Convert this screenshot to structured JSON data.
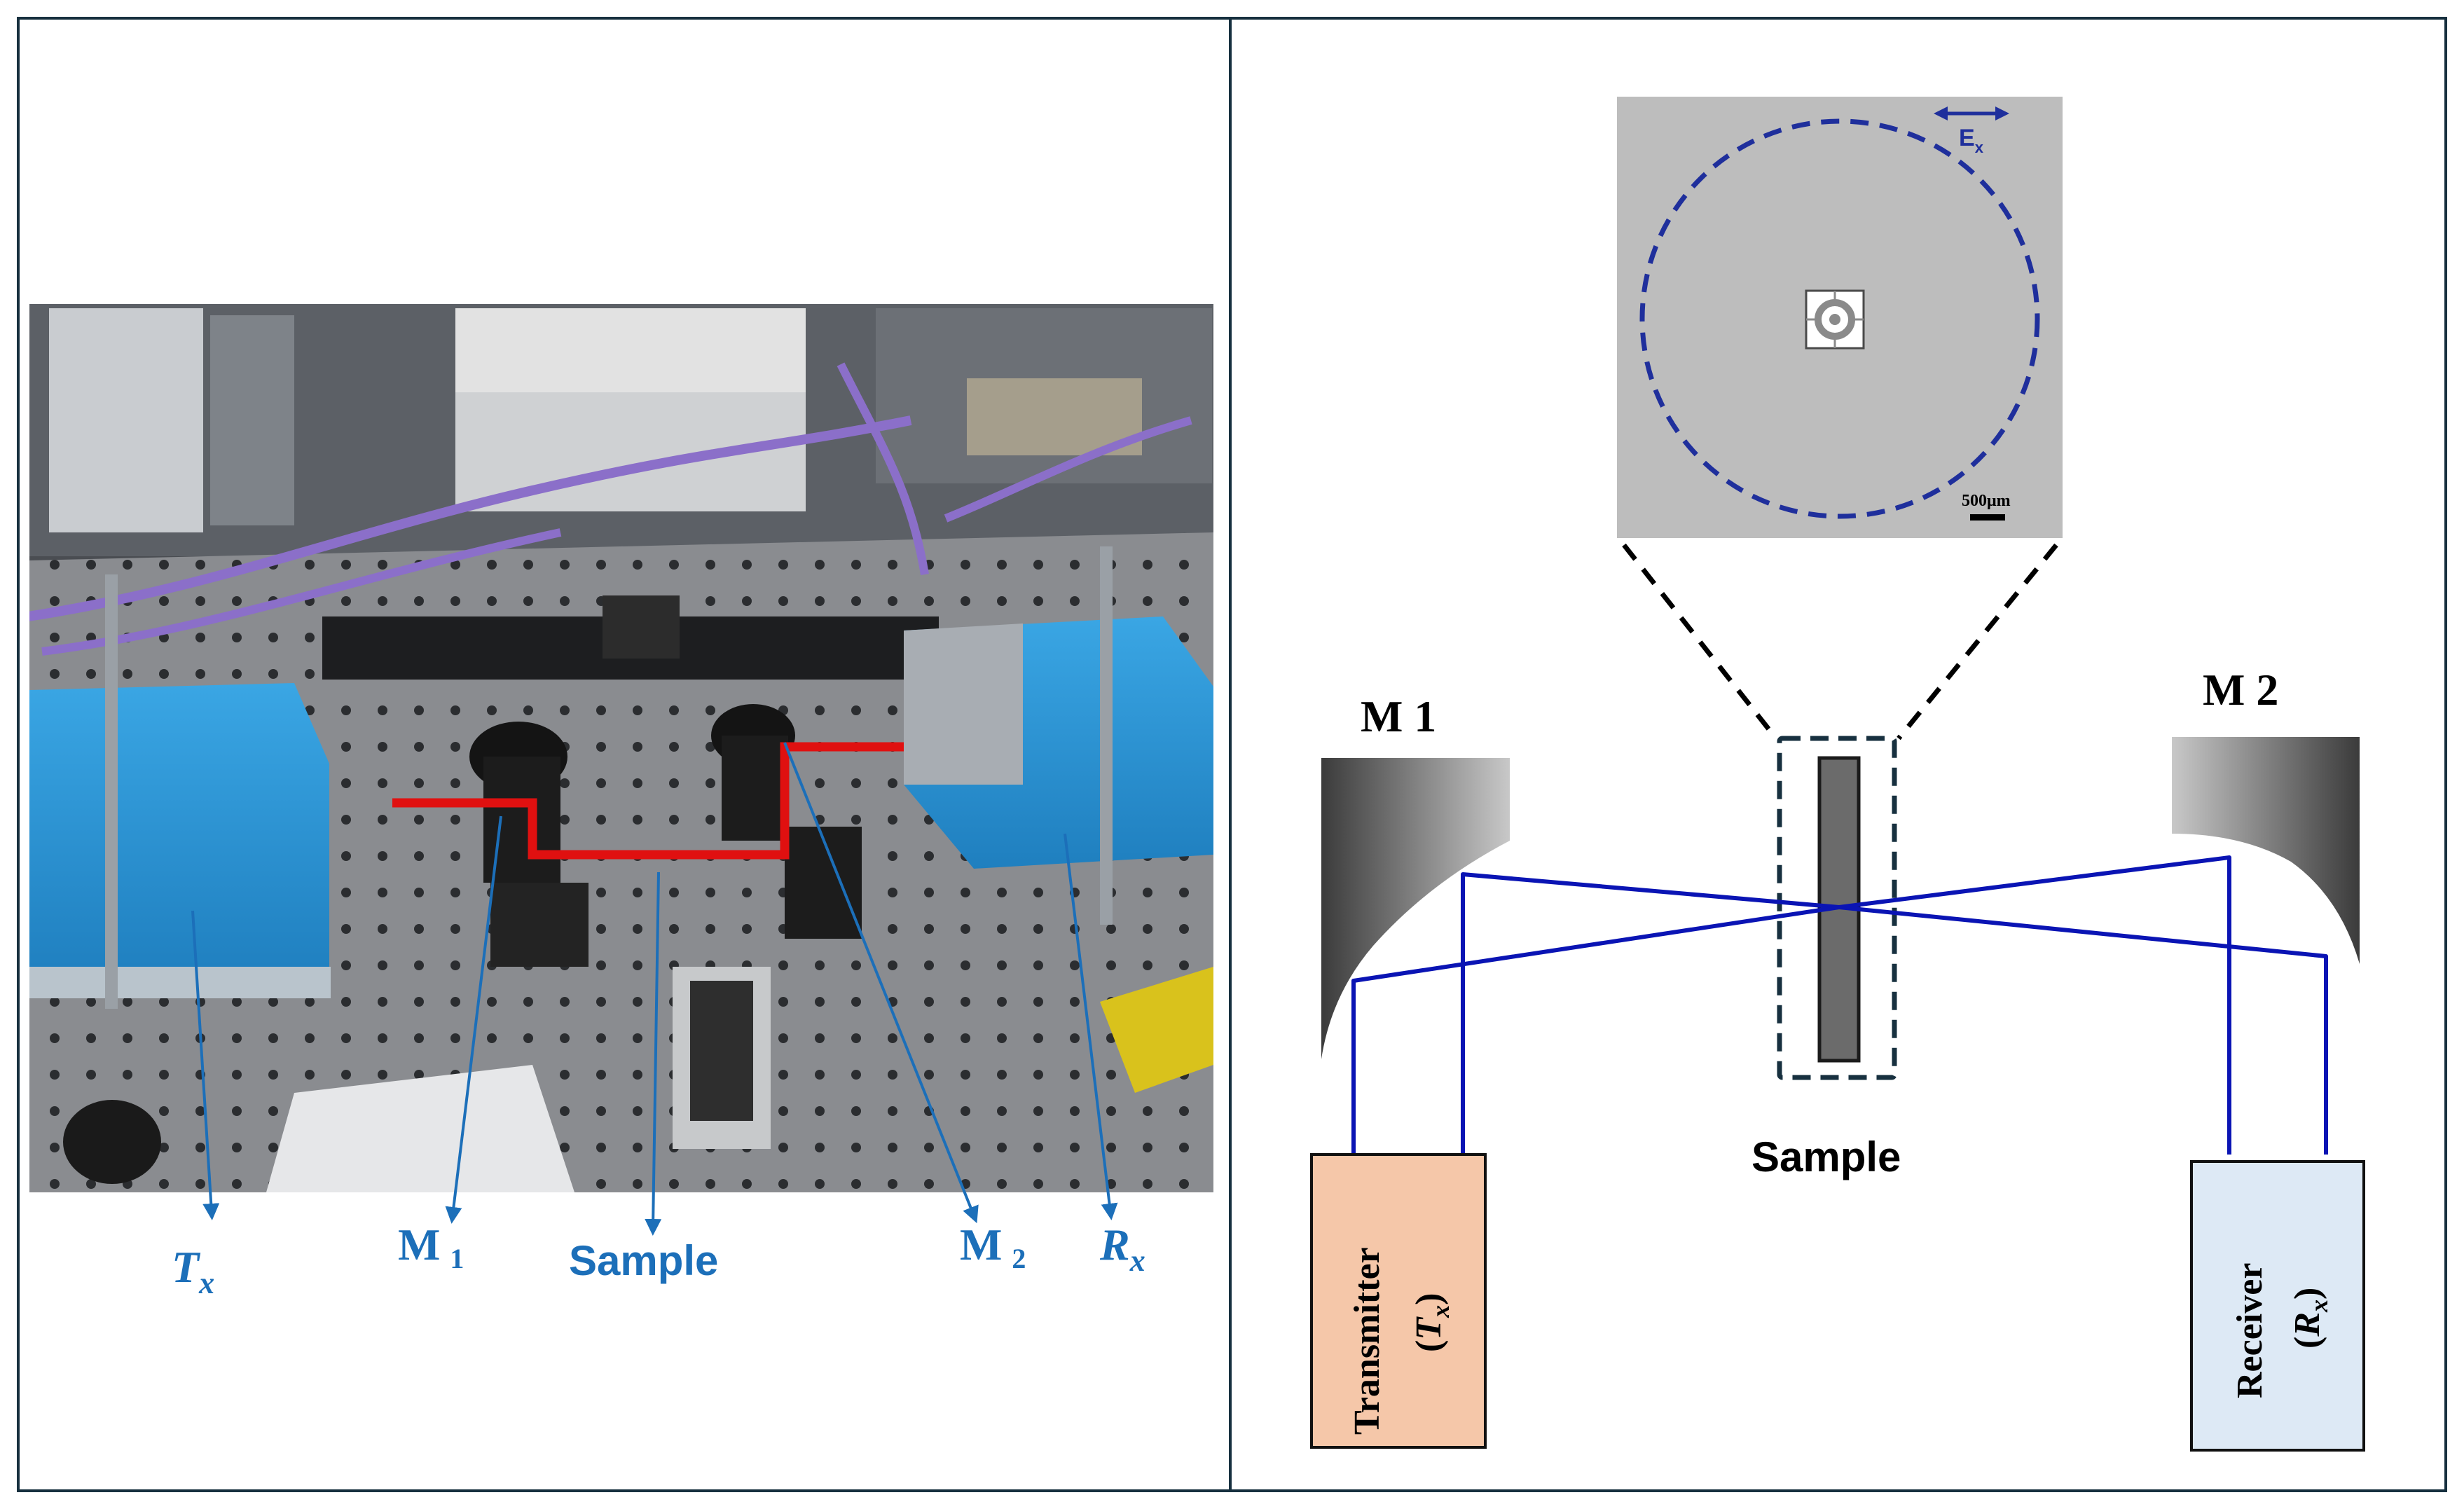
{
  "left_panel": {
    "labels": {
      "tx_main": "T",
      "tx_sub": "x",
      "m1_main": "M",
      "m1_sub": "1",
      "sample": "Sample",
      "m2_main": "M",
      "m2_sub": "2",
      "rx_main": "R",
      "rx_sub": "x"
    }
  },
  "right_panel": {
    "inset": {
      "polarization_main": "E",
      "polarization_sub": "x",
      "scale_bar": "500μm"
    },
    "labels": {
      "m1": "M 1",
      "m2": "M 2",
      "sample": "Sample",
      "transmitter_main": "Transmitter",
      "transmitter_paren_open": "(",
      "transmitter_t": "T",
      "transmitter_sub": "x",
      "transmitter_paren_close": ")",
      "receiver_main": "Receiver",
      "receiver_paren_open": "(",
      "receiver_r": "R",
      "receiver_sub": "x",
      "receiver_paren_close": ")"
    }
  },
  "colors": {
    "label_blue": "#1c6fb9",
    "beam_blue": "#0a14b4",
    "beam_red": "#e01010",
    "table_blue": "#2f97d6",
    "transmitter_fill": "#f5c7a9",
    "receiver_fill": "#dde9f5",
    "inset_gray": "#bdbdbd",
    "dashed_circle": "#1f2f9c"
  }
}
